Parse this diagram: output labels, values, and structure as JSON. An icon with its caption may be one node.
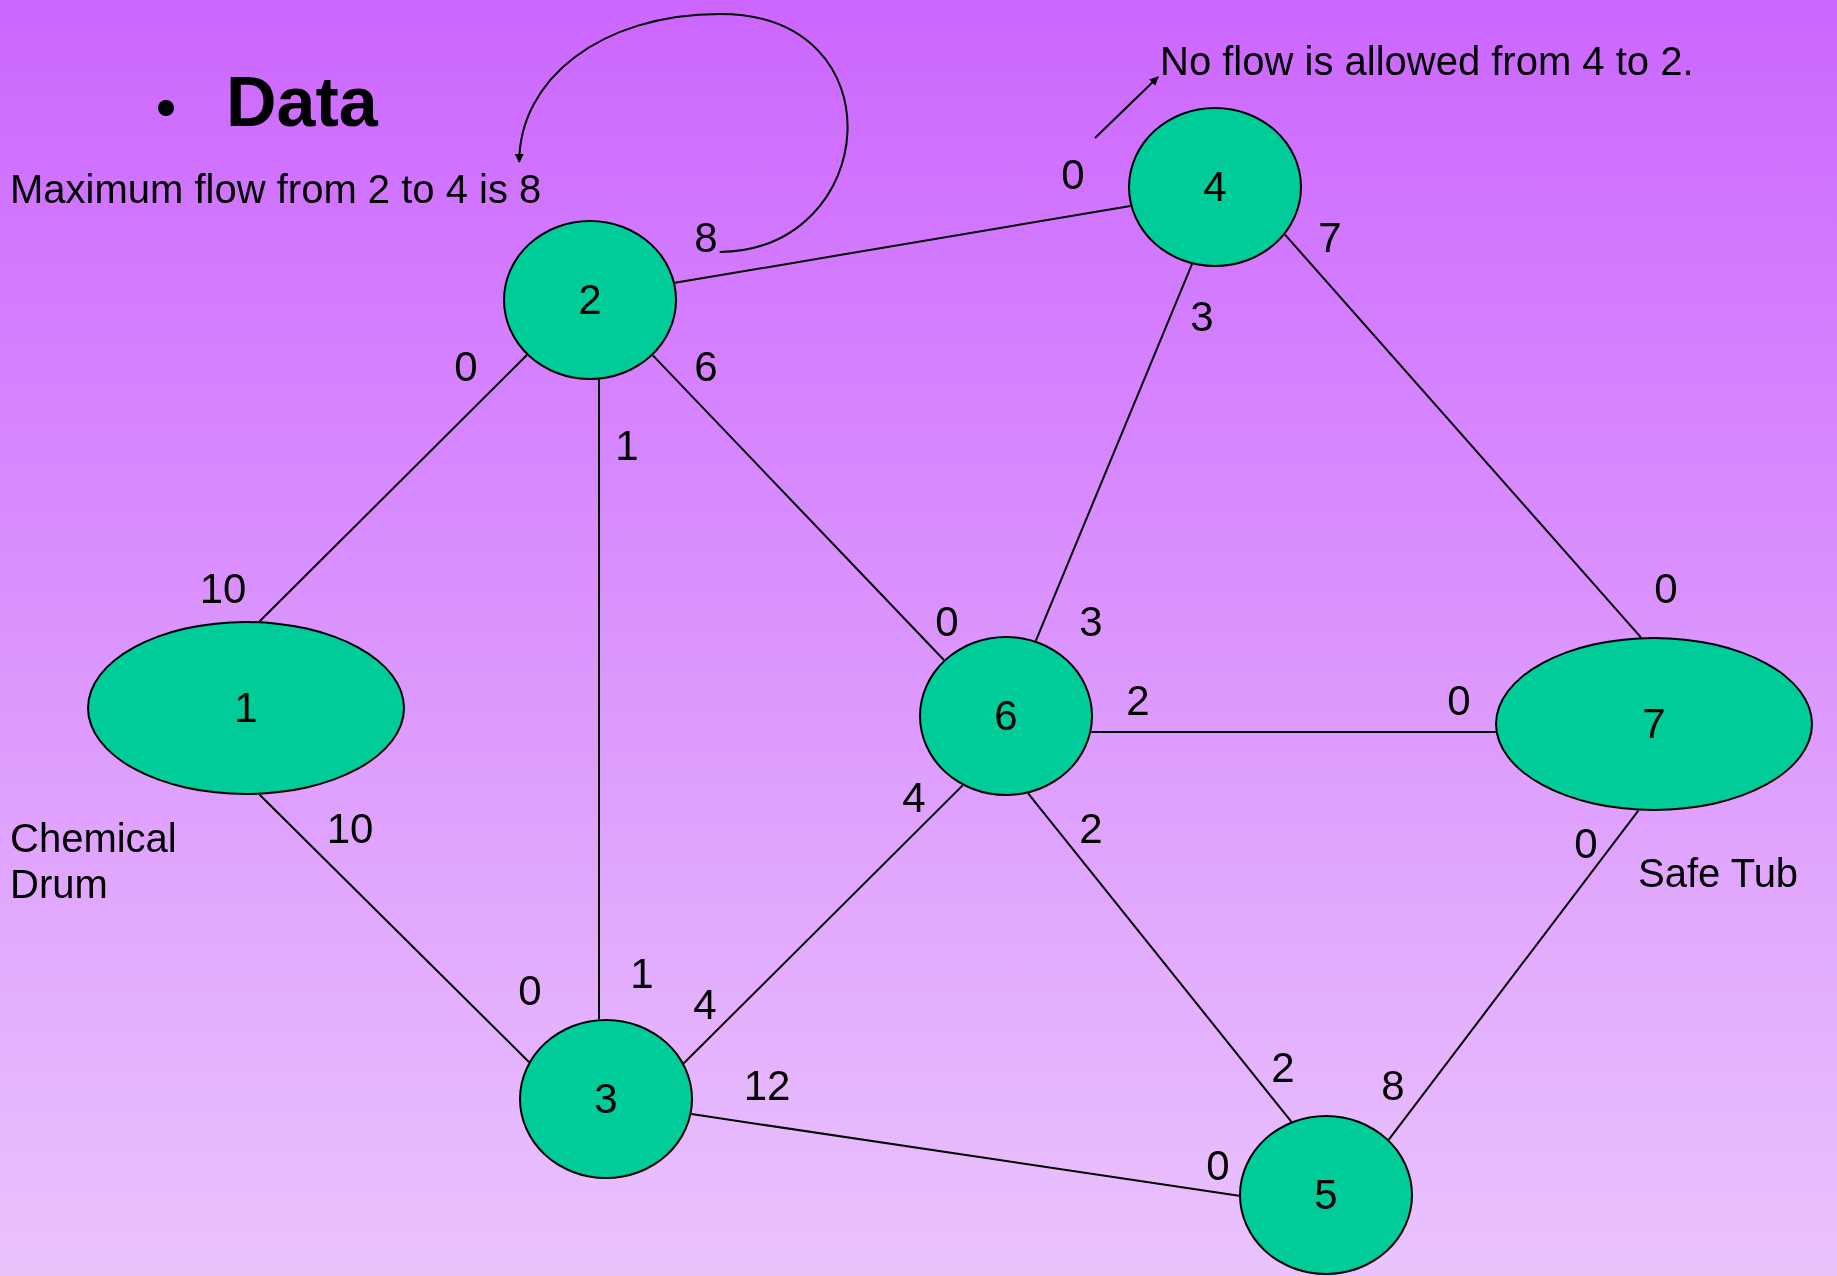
{
  "diagram": {
    "title": "Data",
    "nodes": [
      {
        "text": [
          "1"
        ],
        "beside": [
          "Chemical Drum"
        ]
      },
      {
        "text": [
          "2"
        ]
      },
      {
        "text": [
          "3"
        ]
      },
      {
        "text": [
          "4"
        ]
      },
      {
        "text": [
          "5"
        ]
      },
      {
        "text": [
          "6"
        ]
      },
      {
        "text": [
          "7"
        ],
        "beside": [
          "Safe Tub"
        ]
      },
      {
        "text": [
          "8"
        ]
      },
      {
        "text": [
          "Maximum flow from 2 to 4 is 8"
        ]
      },
      {
        "text": [
          "0"
        ]
      },
      {
        "text": [
          "No flow is allowed from 4 to 2."
        ]
      }
    ],
    "edges": [
      {
        "from": 0,
        "to": 1,
        "arrow": "none"
      },
      {
        "from": 0,
        "to": 2,
        "arrow": "none"
      },
      {
        "from": 1,
        "to": 2,
        "arrow": "none"
      },
      {
        "from": 1,
        "to": 3,
        "arrow": "none"
      },
      {
        "from": 1,
        "to": 5,
        "arrow": "none"
      },
      {
        "from": 2,
        "to": 5,
        "arrow": "none"
      },
      {
        "from": 2,
        "to": 4,
        "arrow": "none"
      },
      {
        "from": 3,
        "to": 5,
        "arrow": "none"
      },
      {
        "from": 3,
        "to": 6,
        "arrow": "none"
      },
      {
        "from": 5,
        "to": 6,
        "arrow": "none"
      },
      {
        "from": 5,
        "to": 4,
        "arrow": "none"
      },
      {
        "from": 6,
        "to": 4,
        "arrow": "none"
      },
      {
        "from": 7,
        "to": 8,
        "arrow": "to"
      },
      {
        "from": 9,
        "to": 10,
        "arrow": "to"
      }
    ],
    "labels": [
      "7",
      "3",
      "0",
      "6",
      "1",
      "10",
      "0",
      "0",
      "3",
      "2",
      "0",
      "4",
      "10",
      "2",
      "0",
      "1",
      "0",
      "4",
      "2",
      "12",
      "8",
      "0"
    ]
  }
}
